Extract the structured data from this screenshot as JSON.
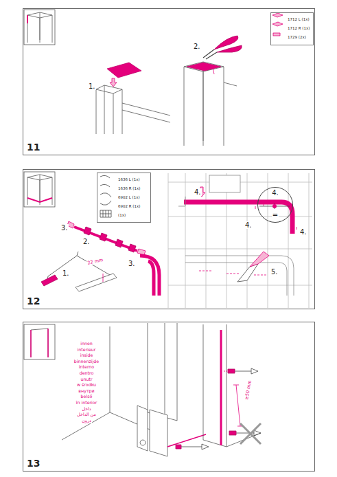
{
  "diagram": {
    "nodes": [
      {
        "text": [
          "11"
        ]
      },
      {
        "text": [
          "1712 L (1x)",
          "1712 R (1x)",
          "1729 (2x)"
        ],
        "in": 0
      },
      {
        "text": [
          "12"
        ]
      },
      {
        "text": [
          "1636 L (1x)",
          "1636 R (1x)",
          "6902 L (1x)",
          "6902 R (1x)",
          "(1x)"
        ],
        "in": 2
      },
      {
        "text": [
          "4.",
          "="
        ],
        "in": 2
      },
      {
        "text": [
          "13"
        ]
      }
    ],
    "labels": [
      "1.",
      "2.",
      "1.",
      "2.",
      "3.",
      "3.",
      "22 mm",
      "4.",
      "4.",
      "4.",
      "5.",
      "innen",
      "interieur",
      "inside",
      "binnenzijde",
      "interno",
      "dentro",
      "unutr",
      "w środku",
      "внутри",
      "belső",
      "în interior",
      "داخل",
      "من الداخل",
      "درون",
      "≥50 mm"
    ]
  }
}
